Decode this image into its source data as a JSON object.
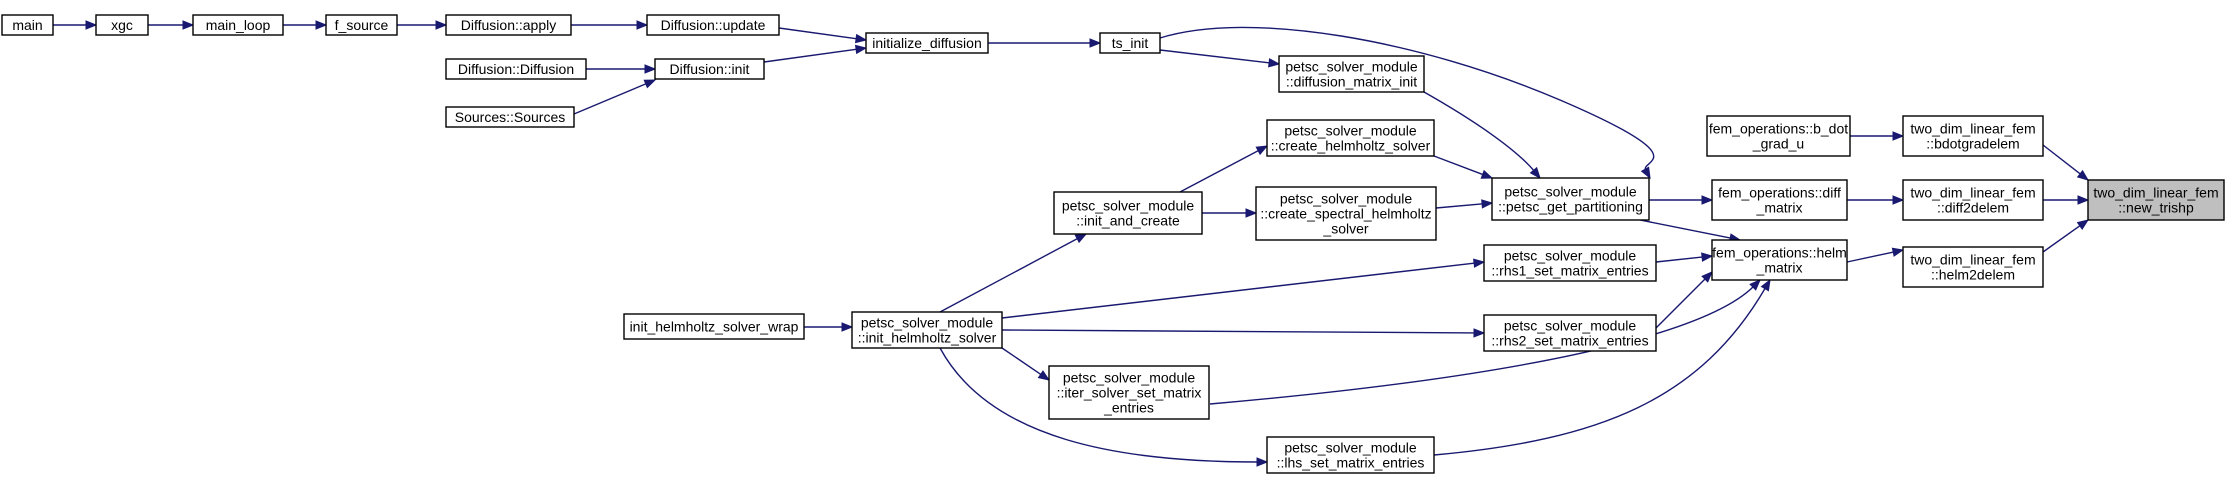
{
  "graph": {
    "nodes": {
      "main": [
        "main"
      ],
      "xgc": [
        "xgc"
      ],
      "main_loop": [
        "main_loop"
      ],
      "f_source": [
        "f_source"
      ],
      "diff_apply": [
        "Diffusion::apply"
      ],
      "diff_update": [
        "Diffusion::update"
      ],
      "diff_ctor": [
        "Diffusion::Diffusion"
      ],
      "diff_init": [
        "Diffusion::init"
      ],
      "sources": [
        "Sources::Sources"
      ],
      "init_diffusion": [
        "initialize_diffusion"
      ],
      "ts_init": [
        "ts_init"
      ],
      "diffusion_matrix_init": [
        "petsc_solver_module",
        "::diffusion_matrix_init"
      ],
      "create_helmholtz_solver": [
        "petsc_solver_module",
        "::create_helmholtz_solver"
      ],
      "create_spectral": [
        "petsc_solver_module",
        "::create_spectral_helmholtz",
        "_solver"
      ],
      "init_and_create": [
        "petsc_solver_module",
        "::init_and_create"
      ],
      "get_partitioning": [
        "petsc_solver_module",
        "::petsc_get_partitioning"
      ],
      "rhs1": [
        "petsc_solver_module",
        "::rhs1_set_matrix_entries"
      ],
      "rhs2": [
        "petsc_solver_module",
        "::rhs2_set_matrix_entries"
      ],
      "iter_solver": [
        "petsc_solver_module",
        "::iter_solver_set_matrix",
        "_entries"
      ],
      "lhs": [
        "petsc_solver_module",
        "::lhs_set_matrix_entries"
      ],
      "init_helmholtz_wrap": [
        "init_helmholtz_solver_wrap"
      ],
      "init_helmholtz": [
        "petsc_solver_module",
        "::init_helmholtz_solver"
      ],
      "b_dot_grad_u": [
        "fem_operations::b_dot",
        "_grad_u"
      ],
      "diff_matrix": [
        "fem_operations::diff",
        "_matrix"
      ],
      "helm_matrix": [
        "fem_operations::helm",
        "_matrix"
      ],
      "bdotgradelem": [
        "two_dim_linear_fem",
        "::bdotgradelem"
      ],
      "diff2delem": [
        "two_dim_linear_fem",
        "::diff2delem"
      ],
      "helm2delem": [
        "two_dim_linear_fem",
        "::helm2delem"
      ],
      "new_trishp": [
        "two_dim_linear_fem",
        "::new_trishp"
      ]
    },
    "colors": {
      "edge": "#191970",
      "node_border": "#000000",
      "node_fill": "#ffffff",
      "highlight_fill": "#bfbfbf"
    }
  }
}
